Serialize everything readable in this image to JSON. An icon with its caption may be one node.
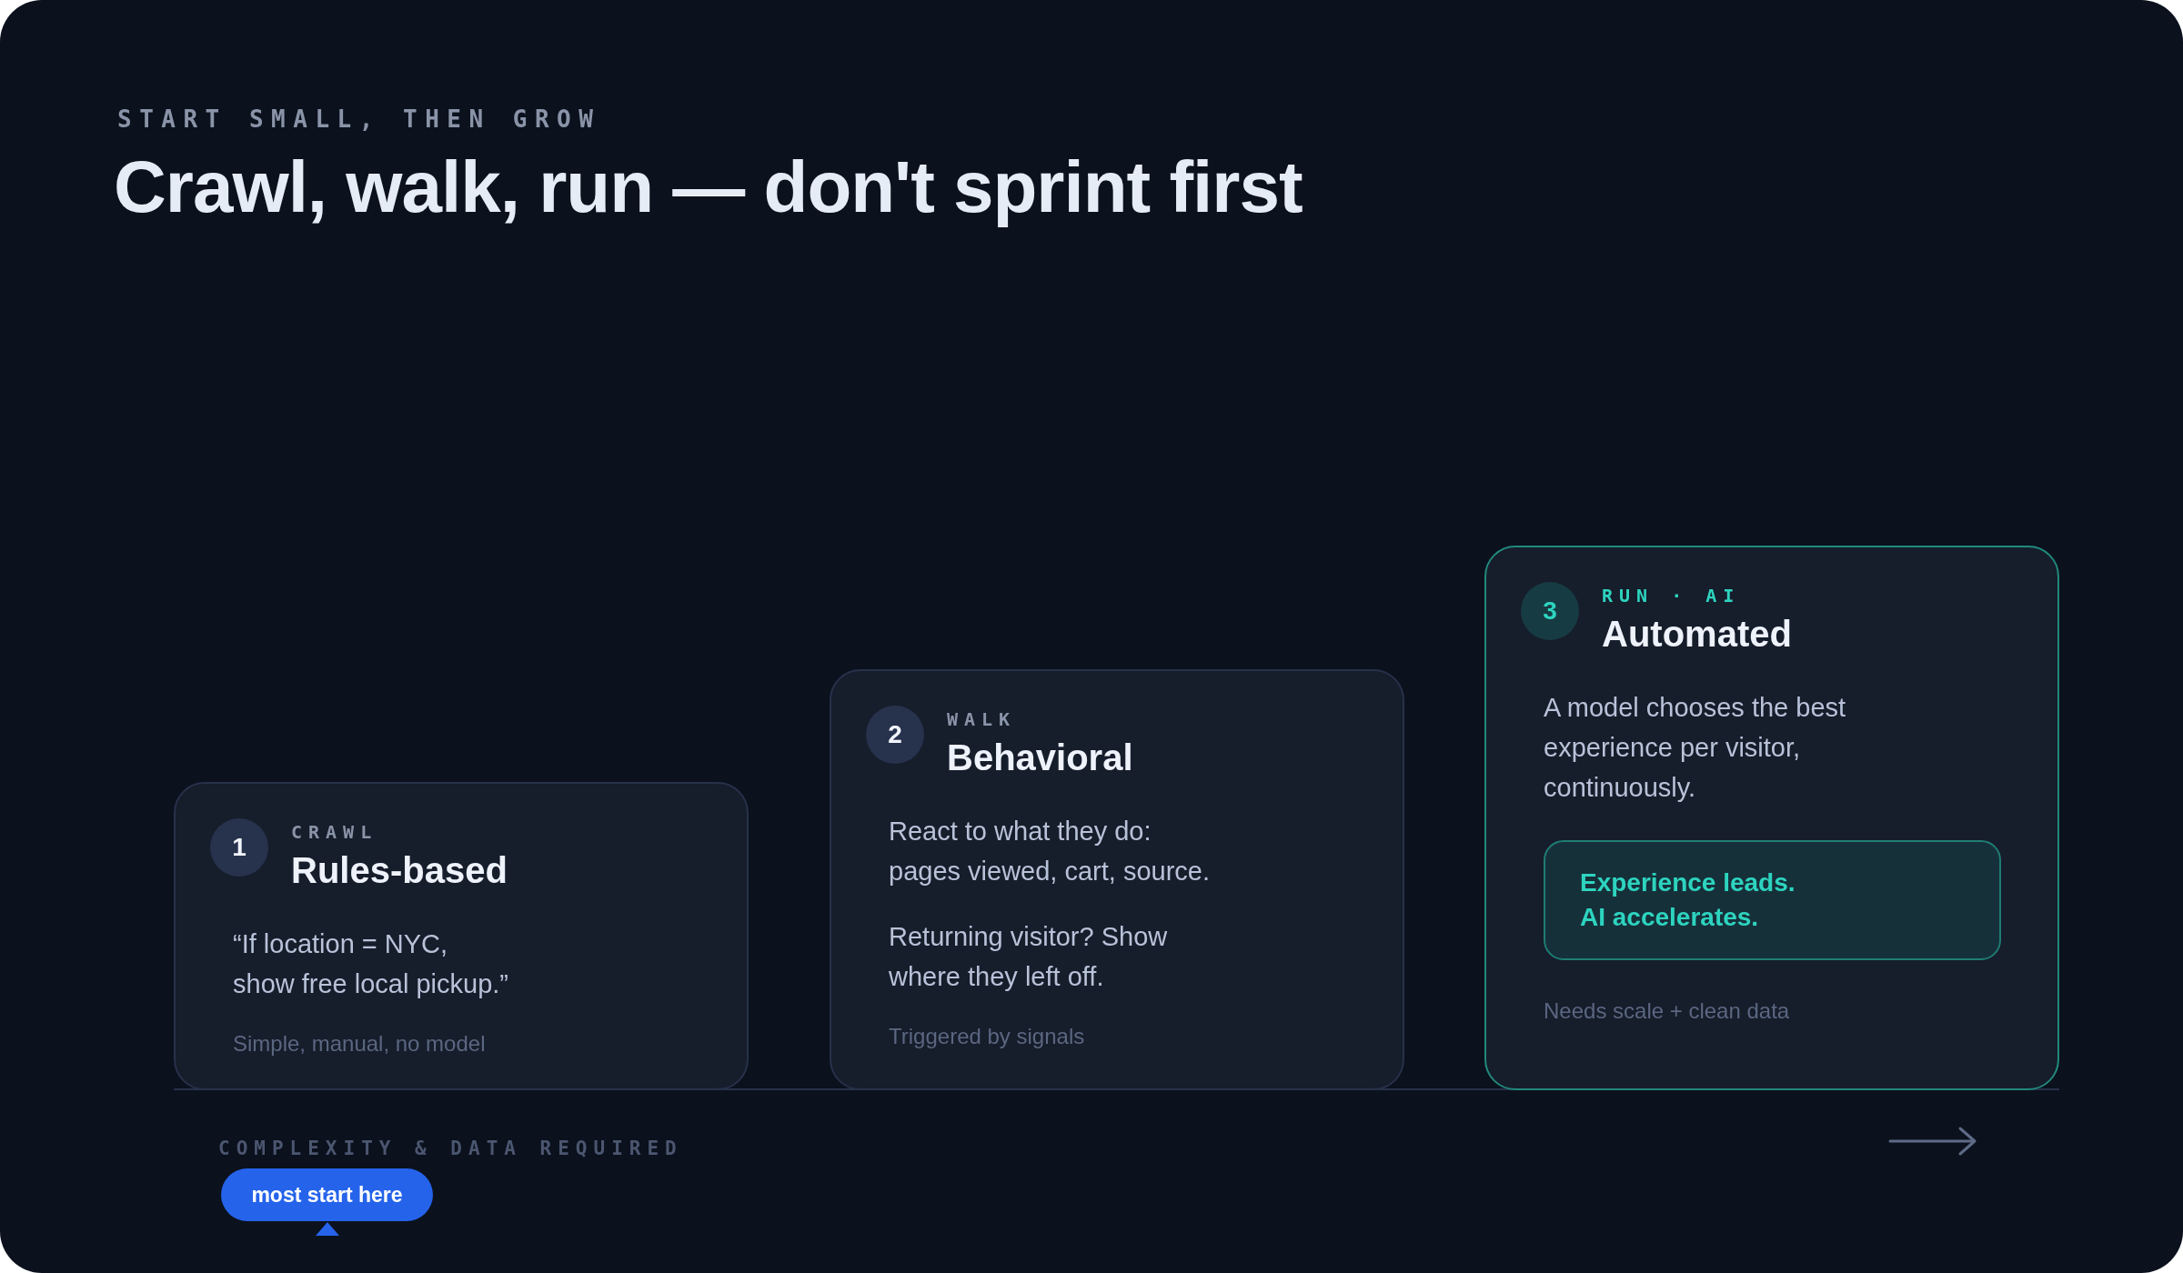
{
  "diagram": {
    "title": "Crawl, walk, run — don't sprint first",
    "nodes": [
      {
        "text": [
          "CRAWL",
          "Rules-based",
          "“If location = NYC, show free local pickup.”",
          "Simple, manual, no model"
        ]
      },
      {
        "text": [
          "1"
        ],
        "in": 0
      },
      {
        "text": [
          "WALK",
          "Behavioral",
          "React to what they do: pages viewed, cart, source.",
          "Returning visitor? Show where they left off.",
          "Triggered by signals"
        ]
      },
      {
        "text": [
          "2"
        ],
        "in": 2
      },
      {
        "text": [
          "RUN · AI",
          "Automated",
          "A model chooses the best experience per visitor, continuously.",
          "Needs scale + clean data"
        ]
      },
      {
        "text": [
          "3"
        ],
        "in": 4
      },
      {
        "text": [
          "Experience leads. AI accelerates."
        ],
        "in": 4
      },
      {
        "text": [
          "most start here"
        ]
      }
    ],
    "labels": [
      "START SMALL, THEN GROW",
      "COMPLEXITY & DATA REQUIRED"
    ]
  }
}
